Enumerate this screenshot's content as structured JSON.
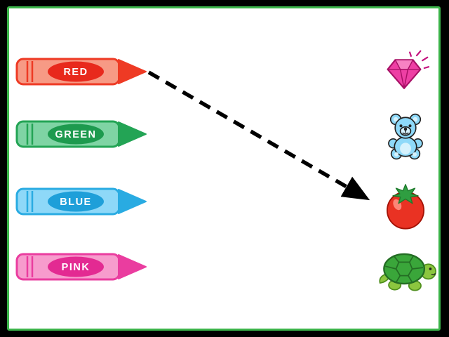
{
  "frame": {
    "letterbox_color": "#000000"
  },
  "panel": {
    "background": "#ffffff",
    "border_color": "#3cb54a"
  },
  "crayons": [
    {
      "label": "RED",
      "color": "#ee3a24",
      "light": "#f79a85",
      "label_bg": "#e8291c"
    },
    {
      "label": "GREEN",
      "color": "#23a455",
      "light": "#7fd4a4",
      "label_bg": "#1d9a4e"
    },
    {
      "label": "BLUE",
      "color": "#29abe2",
      "light": "#8ed8f8",
      "label_bg": "#1e9fd9"
    },
    {
      "label": "PINK",
      "color": "#ea3d9f",
      "light": "#f79ccd",
      "label_bg": "#e32a92"
    }
  ],
  "targets": [
    {
      "name": "diamond",
      "color": "#ee3fa4",
      "accent": "#f782c3"
    },
    {
      "name": "teddy-bear",
      "color": "#8ed9f9",
      "accent": "#d6f2fd"
    },
    {
      "name": "tomato",
      "color": "#e93223",
      "accent": "#2f9e41"
    },
    {
      "name": "turtle",
      "color": "#3aa63a",
      "accent": "#8cc63f"
    }
  ],
  "connection": {
    "from": "RED",
    "to": "tomato",
    "style": "dashed-arrow",
    "color": "#000000"
  }
}
